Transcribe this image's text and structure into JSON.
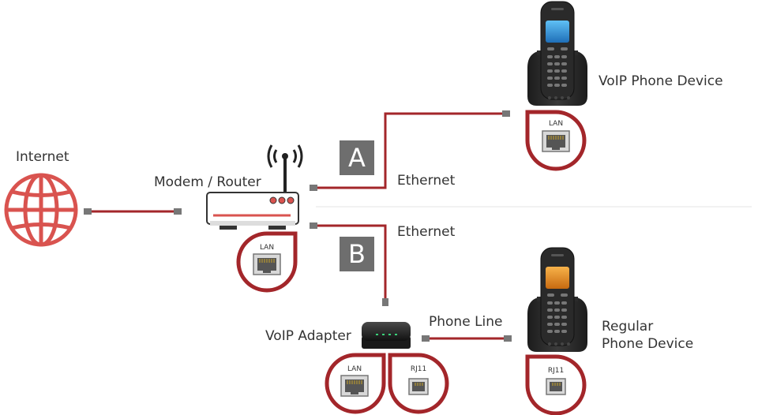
{
  "labels": {
    "internet": "Internet",
    "modem_router": "Modem / Router",
    "ethernet_a": "Ethernet",
    "ethernet_b": "Ethernet",
    "voip_phone": "VoIP Phone Device",
    "voip_adapter": "VoIP Adapter",
    "phone_line": "Phone Line",
    "regular_phone_line1": "Regular",
    "regular_phone_line2": "Phone Device"
  },
  "badges": {
    "a": "A",
    "b": "B"
  },
  "ports": {
    "router_lan": "LAN",
    "voip_phone_lan": "LAN",
    "adapter_lan": "LAN",
    "adapter_rj11": "RJ11",
    "phone_rj11": "RJ11"
  },
  "colors": {
    "cable": "#a3262a",
    "globe": "#d9534f",
    "badge": "#6e6e6e",
    "screen_voip": "#2a8bd0",
    "screen_regular": "#e8901c"
  },
  "icons": {
    "internet": "globe-icon",
    "router": "wifi-router-icon",
    "voip_phone": "cordless-phone-icon",
    "adapter": "voip-adapter-icon",
    "regular_phone": "cordless-phone-icon",
    "port_lan": "ethernet-port-icon",
    "port_rj11": "rj11-port-icon"
  }
}
